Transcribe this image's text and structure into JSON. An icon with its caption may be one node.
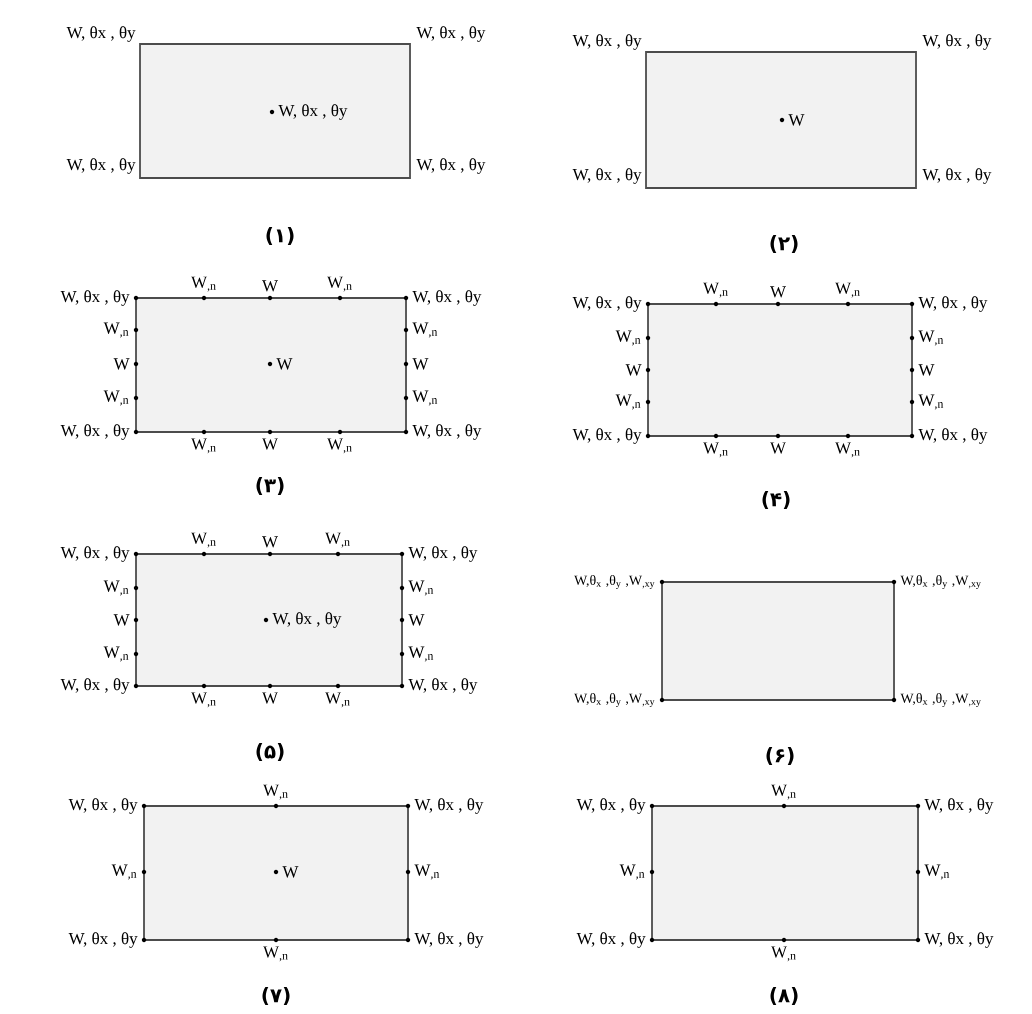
{
  "diagram": {
    "nodes": [
      {
        "text": [
          "W, θx , θy"
        ],
        "beside": [
          "W, θx , θy",
          "W, θx , θy",
          "W, θx , θy",
          "W, θx , θy",
          "(۱)"
        ]
      },
      {
        "text": [
          "W"
        ],
        "beside": [
          "W, θx , θy",
          "W, θx , θy",
          "W, θx , θy",
          "W, θx , θy",
          "(۲)"
        ]
      },
      {
        "text": [
          "W"
        ],
        "beside": [
          "W$_{,n}$",
          "W",
          "W$_{,n}$",
          "W, θx , θy",
          "W, θx , θy",
          "W$_{,n}$",
          "W$_{,n}$",
          "W",
          "W",
          "W$_{,n}$",
          "W$_{,n}$",
          "W, θx , θy",
          "W, θx , θy",
          "W$_{,n}$",
          "W",
          "W$_{,n}$",
          "(۳)"
        ]
      },
      {
        "text": [],
        "shape": "box",
        "beside": [
          "W$_{,n}$",
          "W",
          "W$_{,n}$",
          "W, θx , θy",
          "W, θx , θy",
          "W$_{,n}$",
          "W$_{,n}$",
          "W",
          "W",
          "W$_{,n}$",
          "W$_{,n}$",
          "W, θx , θy",
          "W, θx , θy",
          "W$_{,n}$",
          "W",
          "W$_{,n}$",
          "(۴)"
        ]
      },
      {
        "text": [
          "W, θx , θy"
        ],
        "beside": [
          "W$_{,n}$",
          "W",
          "W$_{,n}$",
          "W, θx , θy",
          "W, θx , θy",
          "W$_{,n}$",
          "W$_{,n}$",
          "W",
          "W",
          "W$_{,n}$",
          "W$_{,n}$",
          "W, θx , θy",
          "W, θx , θy",
          "W$_{,n}$",
          "W",
          "W$_{,n}$",
          "(۵)"
        ]
      },
      {
        "text": [],
        "shape": "box",
        "beside": [
          "W,θ$_{x}$ ,θ$_{y}$ ,W$_{,xy}$",
          "W,θ$_{x}$ ,θ$_{y}$ ,W$_{,xy}$",
          "W,θ$_{x}$ ,θ$_{y}$ ,W$_{,xy}$",
          "W,θ$_{x}$ ,θ$_{y}$ ,W$_{,xy}$",
          "(۶)"
        ]
      },
      {
        "text": [
          "W"
        ],
        "beside": [
          "W$_{,n}$",
          "W, θx , θy",
          "W, θx , θy",
          "W$_{,n}$",
          "W$_{,n}$",
          "W, θx , θy",
          "W, θx , θy",
          "W$_{,n}$",
          "(۷)"
        ]
      },
      {
        "text": [],
        "shape": "box",
        "beside": [
          "W$_{,n}$",
          "W, θx , θy",
          "W, θx , θy",
          "W$_{,n}$",
          "W$_{,n}$",
          "W, θx , θy",
          "W, θx , θy",
          "W$_{,n}$",
          "(۸)"
        ]
      }
    ]
  }
}
